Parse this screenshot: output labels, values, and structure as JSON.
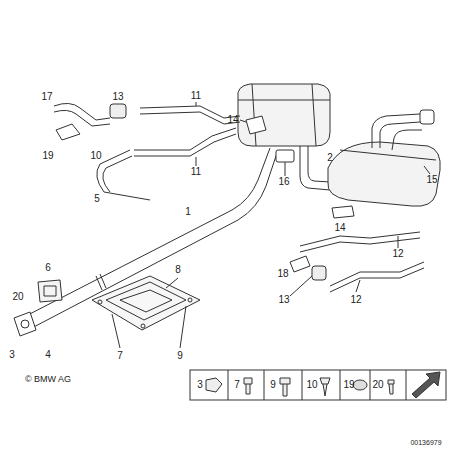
{
  "diagram": {
    "labels": [
      "17",
      "13",
      "11",
      "14",
      "16",
      "15",
      "2",
      "19",
      "10",
      "11",
      "5",
      "1",
      "14",
      "12",
      "6",
      "18",
      "8",
      "13",
      "12",
      "20",
      "3",
      "4",
      "7",
      "9",
      "© BMW AG",
      "3",
      "7",
      "9",
      "10",
      "19",
      "20",
      "00136979"
    ]
  }
}
